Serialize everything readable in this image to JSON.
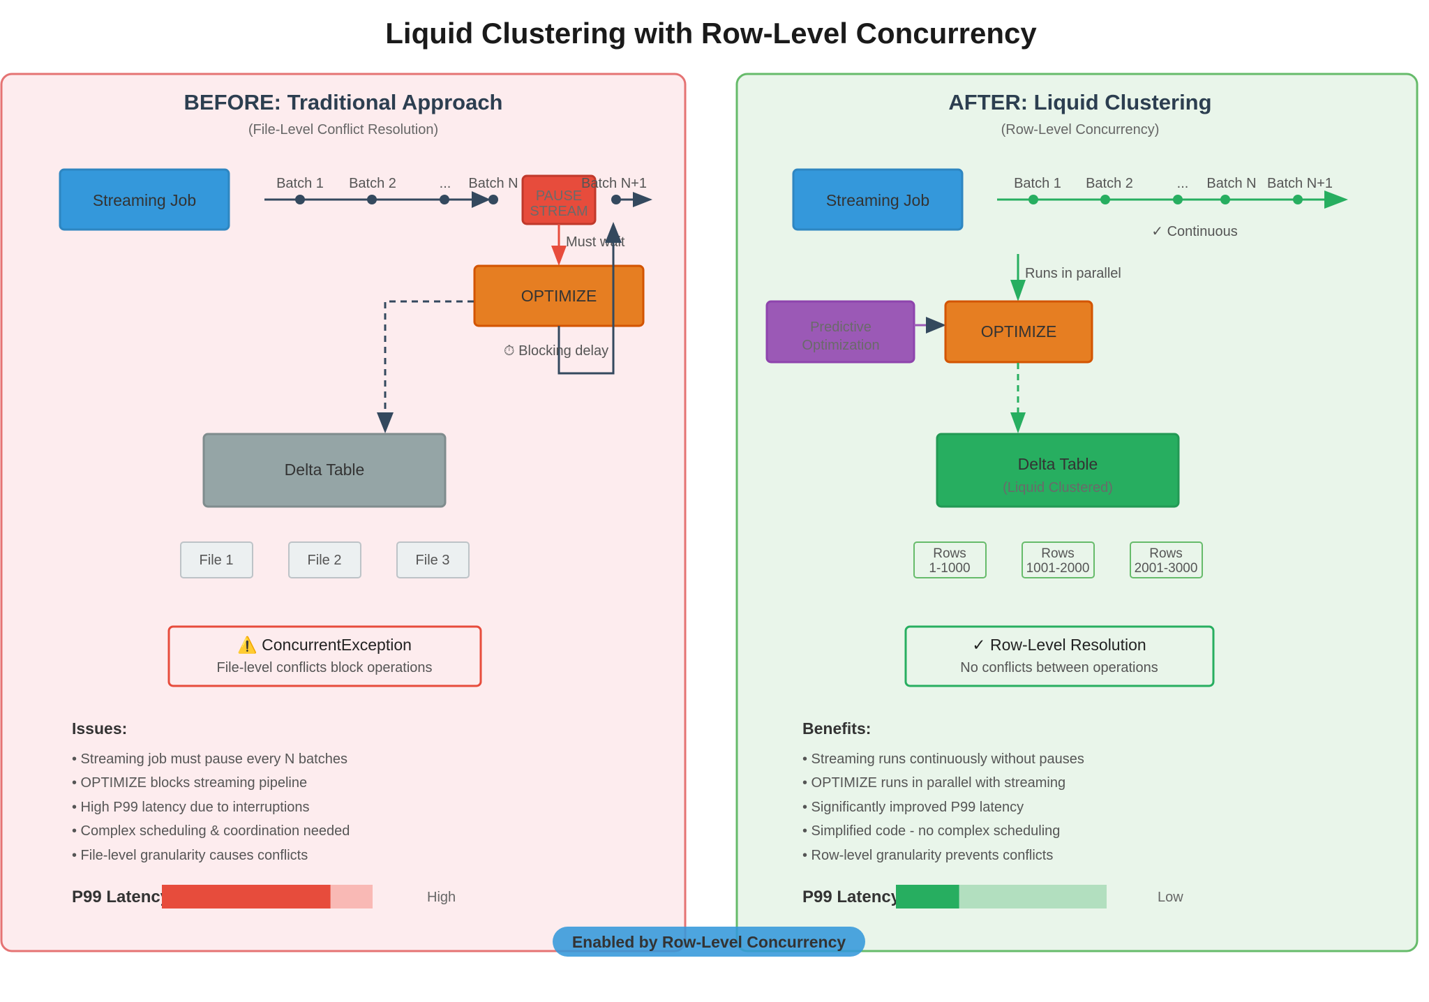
{
  "title": "Liquid Clustering with Row-Level Concurrency",
  "colors": {
    "before_border": "#e57373",
    "before_bg": "#fdecee",
    "after_border": "#66bb6a",
    "after_bg": "#e9f5ea",
    "streaming_job": "#3498db",
    "optimize": "#e67e22",
    "pause": "#e74c3c",
    "delta_before": "#95a5a6",
    "delta_after": "#27ae60",
    "predictive": "#9b59b6",
    "timeline_before": "#34495e",
    "timeline_after": "#27ae60",
    "latency_high": "#e74c3c",
    "latency_high_track": "#f9b9b5",
    "latency_low": "#27ae60",
    "latency_low_track": "#b2dfbf",
    "badge": "#3498db"
  },
  "before": {
    "heading": "BEFORE: Traditional Approach",
    "subheading": "(File-Level Conflict Resolution)",
    "streaming_job": "Streaming Job",
    "batches": [
      "Batch 1",
      "Batch 2",
      "...",
      "Batch N",
      "Batch N+1"
    ],
    "pause_box": [
      "PAUSE",
      "STREAM"
    ],
    "must_wait": "Must wait",
    "optimize": "OPTIMIZE",
    "blocking_delay": "⏱ Blocking delay",
    "delta_table": "Delta Table",
    "files": [
      "File 1",
      "File 2",
      "File 3"
    ],
    "callout": {
      "icon": "warning-icon",
      "title": "⚠️ ConcurrentException",
      "subtitle": "File-level conflicts block operations"
    },
    "list_heading": "Issues:",
    "list_items": [
      "• Streaming job must pause every N batches",
      "• OPTIMIZE blocks streaming pipeline",
      "• High P99 latency due to interruptions",
      "• Complex scheduling & coordination needed",
      "• File-level granularity causes conflicts"
    ],
    "latency": {
      "label": "P99 Latency:",
      "level": 0.8,
      "value_label": "High"
    }
  },
  "after": {
    "heading": "AFTER: Liquid Clustering",
    "subheading": "(Row-Level Concurrency)",
    "streaming_job": "Streaming Job",
    "batches": [
      "Batch 1",
      "Batch 2",
      "...",
      "Batch N",
      "Batch N+1"
    ],
    "continuous": "✓ Continuous",
    "runs_in_parallel": "Runs in parallel",
    "predictive": [
      "Predictive",
      "Optimization"
    ],
    "optimize": "OPTIMIZE",
    "delta_table": "Delta Table",
    "delta_table_sub": "(Liquid Clustered)",
    "rows": [
      [
        "Rows",
        "1-1000"
      ],
      [
        "Rows",
        "1001-2000"
      ],
      [
        "Rows",
        "2001-3000"
      ]
    ],
    "callout": {
      "icon": "check-icon",
      "title": "✓ Row-Level Resolution",
      "subtitle": "No conflicts between operations"
    },
    "list_heading": "Benefits:",
    "list_items": [
      "• Streaming runs continuously without pauses",
      "• OPTIMIZE runs in parallel with streaming",
      "• Significantly improved P99 latency",
      "• Simplified code - no complex scheduling",
      "• Row-level granularity prevents conflicts"
    ],
    "latency": {
      "label": "P99 Latency:",
      "level": 0.3,
      "value_label": "Low"
    }
  },
  "badge": "Enabled by Row-Level Concurrency"
}
